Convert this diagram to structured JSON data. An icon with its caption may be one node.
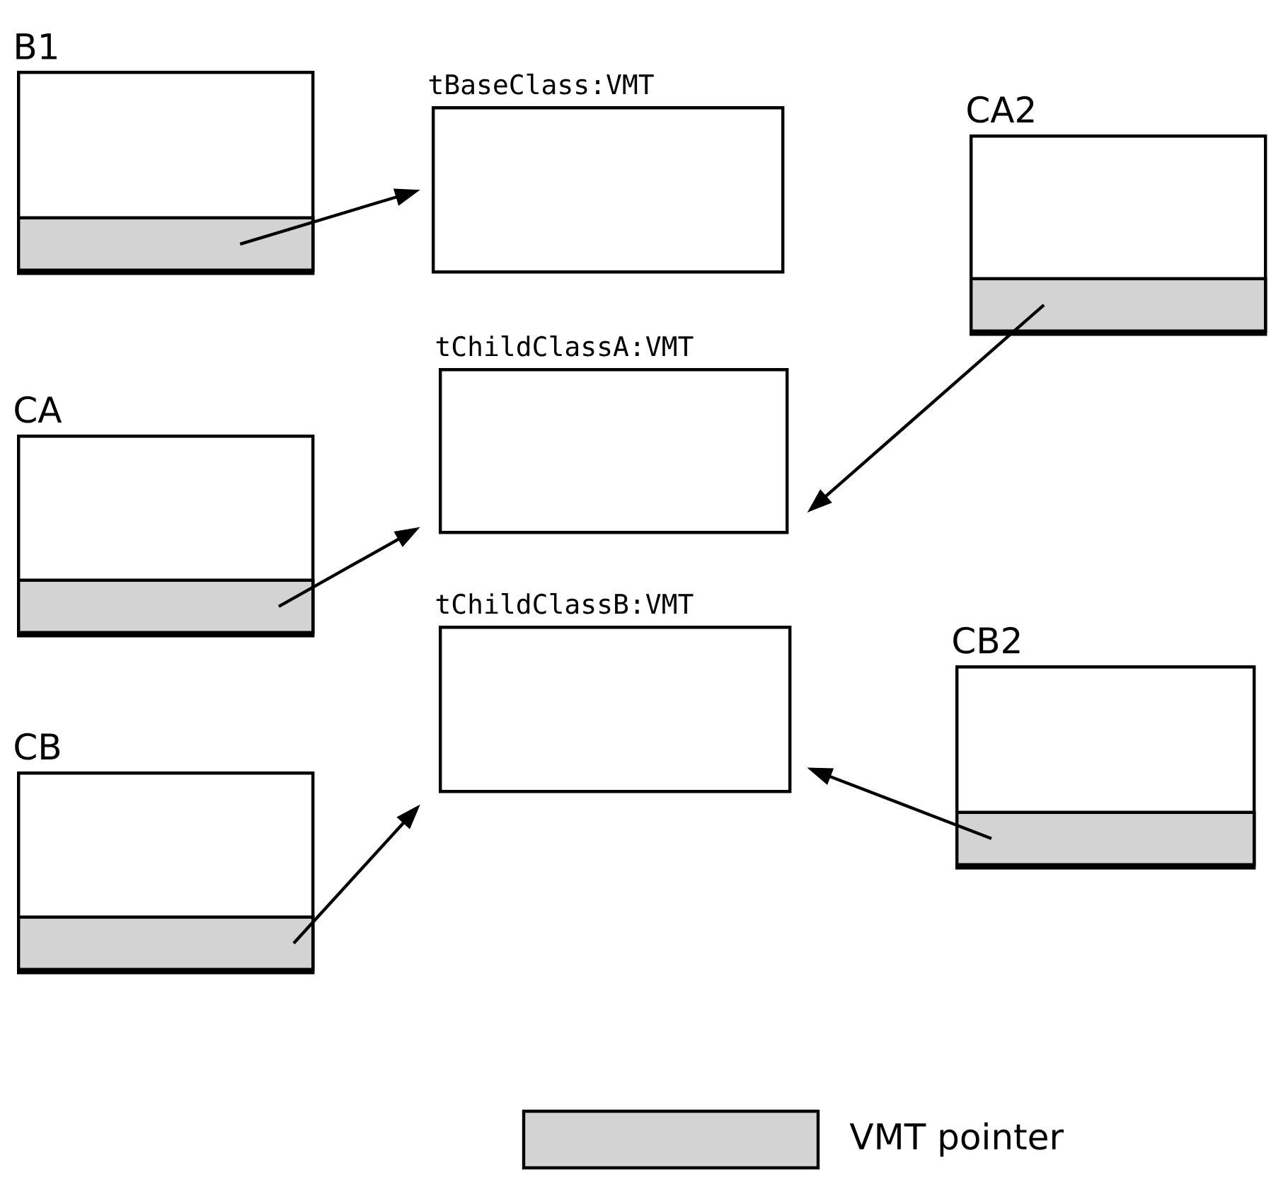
{
  "diagram": {
    "nodes": [
      {
        "text": [
          "B1"
        ]
      },
      {
        "text": [],
        "shape": "bar",
        "in": 0
      },
      {
        "text": [
          "tBaseClass:VMT"
        ]
      },
      {
        "text": [
          "CA2"
        ]
      },
      {
        "text": [],
        "shape": "bar",
        "in": 3
      },
      {
        "text": [
          "tChildClassA:VMT"
        ]
      },
      {
        "text": [
          "CA"
        ]
      },
      {
        "text": [],
        "shape": "bar",
        "in": 6
      },
      {
        "text": [
          "tChildClassB:VMT"
        ]
      },
      {
        "text": [
          "CB2"
        ]
      },
      {
        "text": [],
        "shape": "bar",
        "in": 9
      },
      {
        "text": [
          "CB"
        ]
      },
      {
        "text": [],
        "shape": "bar",
        "in": 11
      }
    ],
    "edges": [
      {
        "from": 1,
        "to": 2,
        "arrow": "to"
      },
      {
        "from": 4,
        "to": 5,
        "arrow": "to"
      },
      {
        "from": 7,
        "to": 5,
        "arrow": "to"
      },
      {
        "from": 10,
        "to": 8,
        "arrow": "to"
      },
      {
        "from": 12,
        "to": 8,
        "arrow": "to"
      }
    ],
    "legend": [
      {
        "text": "VMT pointer",
        "color": "#d3d3d3"
      }
    ]
  }
}
